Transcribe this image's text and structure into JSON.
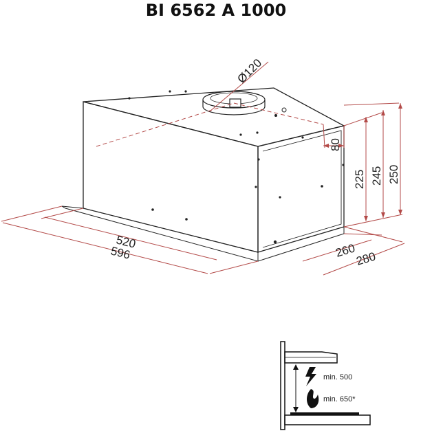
{
  "title": "BI 6562 A 1000",
  "dimensions": {
    "duct_diameter": "Ø120",
    "outlet_offset": "80",
    "height_body": "225",
    "height_mid": "245",
    "height_total": "250",
    "width_body": "520",
    "width_total": "596",
    "depth_body": "260",
    "depth_total": "280"
  },
  "installation": {
    "min_electric": "min. 500",
    "min_gas": "min. 650*"
  },
  "colors": {
    "outline": "#222222",
    "dimension_line": "#b34a48",
    "icon": "#111111"
  }
}
